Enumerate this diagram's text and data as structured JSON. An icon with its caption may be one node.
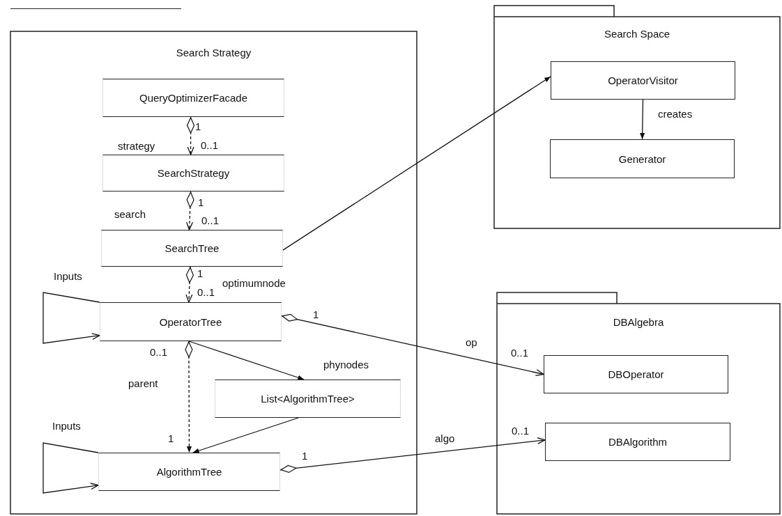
{
  "diagram": {
    "nodes": [
      {
        "text": [
          "Search Strategy"
        ]
      },
      {
        "text": [
          "QueryOptimizerFacade"
        ],
        "in": 0
      },
      {
        "text": [
          "SearchStrategy"
        ],
        "in": 0
      },
      {
        "text": [
          "SearchTree"
        ],
        "in": 0
      },
      {
        "text": [
          "OperatorTree"
        ],
        "in": 0
      },
      {
        "text": [
          "List<AlgorithmTree>"
        ],
        "in": 0
      },
      {
        "text": [
          "AlgorithmTree"
        ],
        "in": 0
      },
      {
        "text": [
          "Search Space"
        ]
      },
      {
        "text": [
          "OperatorVisitor"
        ],
        "in": 7
      },
      {
        "text": [
          "Generator"
        ],
        "in": 7
      },
      {
        "text": [
          "DBAlgebra"
        ]
      },
      {
        "text": [
          "DBOperator"
        ],
        "in": 10
      },
      {
        "text": [
          "DBAlgorithm"
        ],
        "in": 10
      }
    ],
    "edges": [
      {
        "from": 1,
        "to": 2,
        "arrow": "to",
        "style": "dashed",
        "label": "strategy"
      },
      {
        "from": 2,
        "to": 3,
        "arrow": "to",
        "style": "dashed",
        "label": "search"
      },
      {
        "from": 3,
        "to": 4,
        "arrow": "to",
        "style": "dashed",
        "label": "optimumnode"
      },
      {
        "from": 4,
        "to": 6,
        "arrow": "to",
        "style": "dashed",
        "label": "parent"
      },
      {
        "from": 4,
        "to": 5,
        "arrow": "to",
        "label": "phynodes"
      },
      {
        "from": 5,
        "to": 6,
        "arrow": "to"
      },
      {
        "from": 3,
        "to": 8,
        "arrow": "to"
      },
      {
        "from": 8,
        "to": 9,
        "arrow": "to",
        "label": "creates"
      },
      {
        "from": 4,
        "to": 11,
        "arrow": "to",
        "label": "op"
      },
      {
        "from": 6,
        "to": 12,
        "arrow": "to",
        "label": "algo"
      },
      {
        "from": 4,
        "to": 4,
        "arrow": "to",
        "label": "Inputs"
      },
      {
        "from": 6,
        "to": 6,
        "arrow": "to",
        "label": "Inputs"
      }
    ],
    "labels": [
      "1",
      "0..1",
      "1",
      "0..1",
      "1",
      "0..1",
      "1",
      "0..1",
      "0..1",
      "1",
      "1",
      "0..1"
    ]
  }
}
